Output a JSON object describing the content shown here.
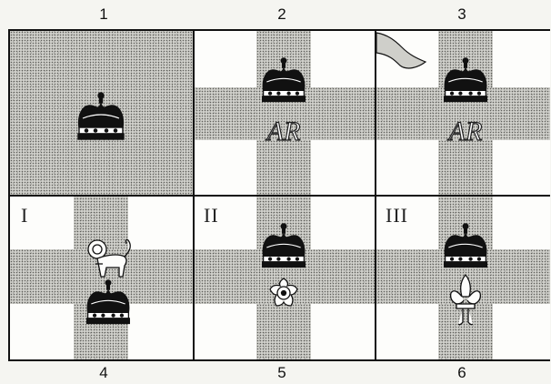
{
  "top_labels": [
    "1",
    "2",
    "3"
  ],
  "bottom_labels": [
    "4",
    "5",
    "6"
  ],
  "panels": [
    {
      "label": "1",
      "background": "plain-stipple",
      "roman": "",
      "cipher": "",
      "emblems": [
        "crown-icon"
      ]
    },
    {
      "label": "2",
      "background": "cross",
      "roman": "",
      "cipher": "AR",
      "emblems": [
        "crown-icon",
        "cipher"
      ]
    },
    {
      "label": "3",
      "background": "cross",
      "roman": "",
      "cipher": "AR",
      "emblems": [
        "crown-icon",
        "cipher",
        "pennant-icon"
      ]
    },
    {
      "label": "4",
      "background": "cross",
      "roman": "I",
      "cipher": "",
      "emblems": [
        "lion-icon",
        "crown-icon"
      ]
    },
    {
      "label": "5",
      "background": "cross",
      "roman": "II",
      "cipher": "",
      "emblems": [
        "crown-icon",
        "tudor-rose-icon"
      ]
    },
    {
      "label": "6",
      "background": "cross",
      "roman": "III",
      "cipher": "",
      "emblems": [
        "crown-icon",
        "fleur-de-lis-icon"
      ]
    }
  ],
  "colors": {
    "ink": "#111111",
    "stipple": "#cfcfca",
    "paper": "#fdfdfb"
  }
}
